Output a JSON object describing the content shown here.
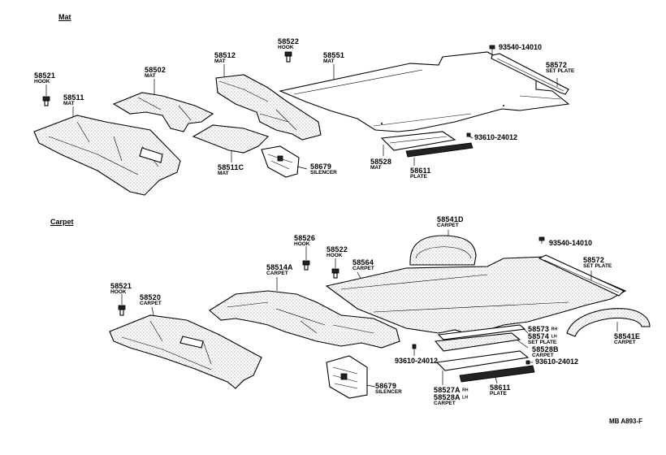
{
  "sections": {
    "mat": "Mat",
    "carpet": "Carpet"
  },
  "labels": {
    "p58521_top": {
      "num": "58521",
      "desc": "HOOK"
    },
    "p58511": {
      "num": "58511",
      "desc": "MAT"
    },
    "p58502": {
      "num": "58502",
      "desc": "MAT"
    },
    "p58512": {
      "num": "58512",
      "desc": "MAT"
    },
    "p58522_top": {
      "num": "58522",
      "desc": "HOOK"
    },
    "p58551": {
      "num": "58551",
      "desc": "MAT"
    },
    "p93540_top": {
      "num": "93540-14010"
    },
    "p58572_top": {
      "num": "58572",
      "desc": "SET PLATE"
    },
    "p93610_top": {
      "num": "93610-24012"
    },
    "p58511C": {
      "num": "58511C",
      "desc": "MAT"
    },
    "p58679_top": {
      "num": "58679",
      "desc": "SILENCER"
    },
    "p58528": {
      "num": "58528",
      "desc": "MAT"
    },
    "p58611_top": {
      "num": "58611",
      "desc": "PLATE"
    },
    "p58541D": {
      "num": "58541D",
      "desc": "CARPET"
    },
    "p58526": {
      "num": "58526",
      "desc": "HOOK"
    },
    "p58522_bot": {
      "num": "58522",
      "desc": "HOOK"
    },
    "p58514A": {
      "num": "58514A",
      "desc": "CARPET"
    },
    "p58564": {
      "num": "58564",
      "desc": "CARPET"
    },
    "p93540_bot": {
      "num": "93540-14010"
    },
    "p58572_bot": {
      "num": "58572",
      "desc": "SET PLATE"
    },
    "p58521_bot": {
      "num": "58521",
      "desc": "HOOK"
    },
    "p58520": {
      "num": "58520",
      "desc": "CARPET"
    },
    "p58573": {
      "num": "58573",
      "suffix": "RH"
    },
    "p58574": {
      "num": "58574",
      "suffix": "LH"
    },
    "p58573_desc": "SET PLATE",
    "p58528B": {
      "num": "58528B",
      "desc": "CARPET"
    },
    "p58541E": {
      "num": "58541E",
      "desc": "CARPET"
    },
    "p93610_bot_left": {
      "num": "93610-24012"
    },
    "p93610_bot_right": {
      "num": "93610-24012"
    },
    "p58679_bot": {
      "num": "58679",
      "desc": "SILENCER"
    },
    "p58527A": {
      "num": "58527A",
      "suffix": "RH"
    },
    "p58528A": {
      "num": "58528A",
      "suffix": "LH"
    },
    "p58527A_desc": "CARPET",
    "p58611_bot": {
      "num": "58611",
      "desc": "PLATE"
    }
  },
  "figure_code": "MB A893-F"
}
